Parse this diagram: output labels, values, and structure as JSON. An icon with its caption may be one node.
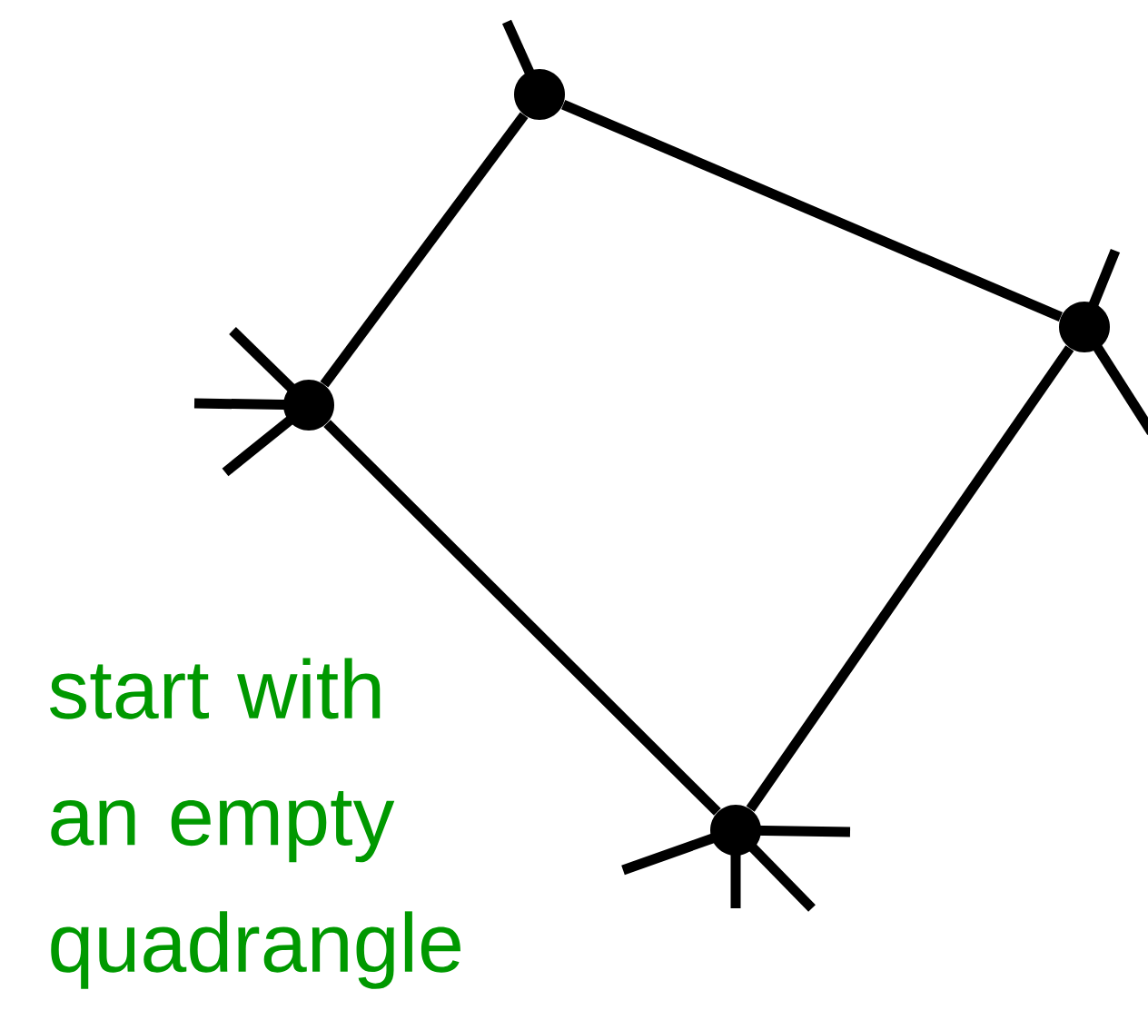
{
  "diagram": {
    "nodes": [
      {
        "text": [],
        "shape": "circle"
      },
      {
        "text": [],
        "shape": "circle"
      },
      {
        "text": [],
        "shape": "circle"
      },
      {
        "text": [],
        "shape": "circle"
      }
    ],
    "edges": [
      {
        "from": 0,
        "to": 1,
        "arrow": "none"
      },
      {
        "from": 0,
        "to": 2,
        "arrow": "none"
      },
      {
        "from": 2,
        "to": 3,
        "arrow": "none"
      },
      {
        "from": 1,
        "to": 3,
        "arrow": "none"
      },
      {
        "from": 0,
        "to": null,
        "arrow": "none"
      },
      {
        "from": 1,
        "to": null,
        "arrow": "none"
      },
      {
        "from": 1,
        "to": null,
        "arrow": "none"
      },
      {
        "from": 1,
        "to": null,
        "arrow": "none"
      },
      {
        "from": 2,
        "to": null,
        "arrow": "none"
      },
      {
        "from": 2,
        "to": null,
        "arrow": "none"
      },
      {
        "from": 3,
        "to": null,
        "arrow": "none"
      },
      {
        "from": 3,
        "to": null,
        "arrow": "none"
      },
      {
        "from": 3,
        "to": null,
        "arrow": "none"
      },
      {
        "from": 3,
        "to": null,
        "arrow": "none"
      }
    ],
    "labels": [
      "start with an empty quadrangle"
    ]
  }
}
